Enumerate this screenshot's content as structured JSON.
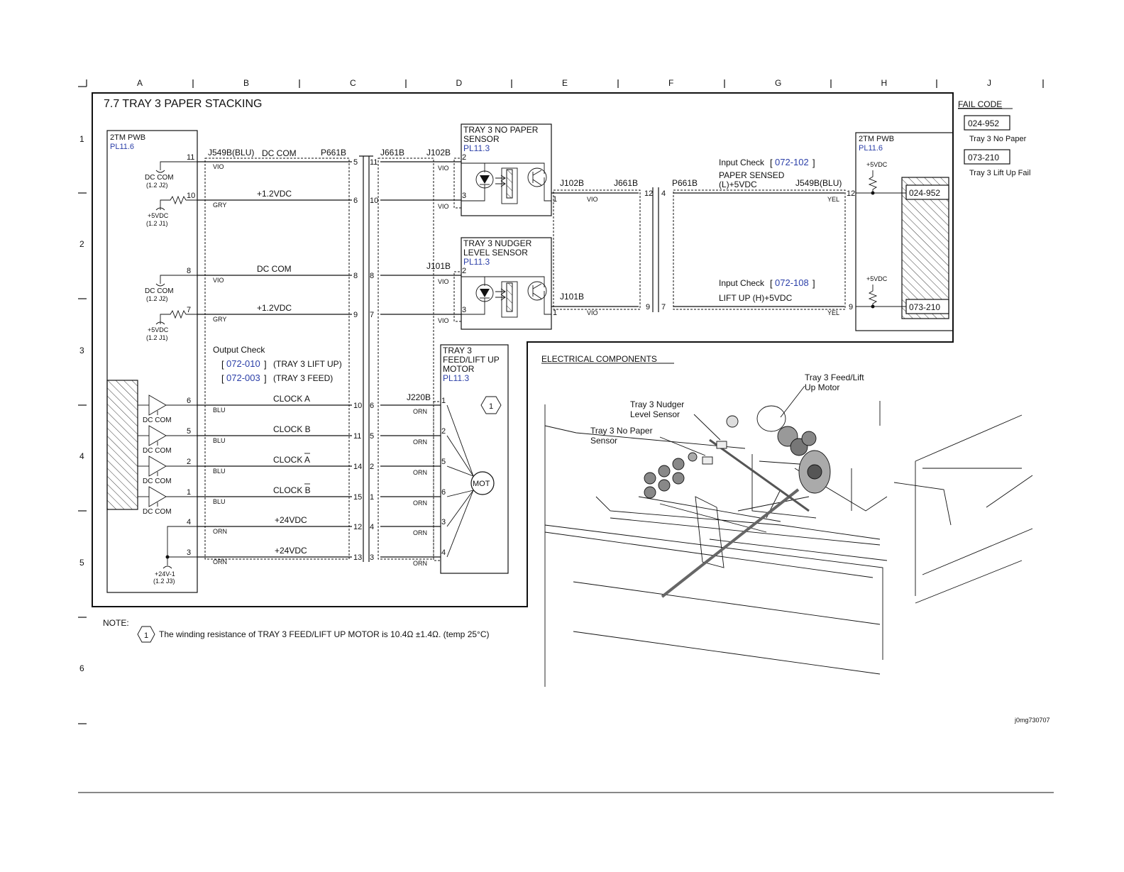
{
  "grid": {
    "cols": [
      "A",
      "B",
      "C",
      "D",
      "E",
      "F",
      "G",
      "H",
      "J"
    ],
    "rows": [
      "1",
      "2",
      "3",
      "4",
      "5",
      "6"
    ]
  },
  "title": "7.7 TRAY 3 PAPER STACKING",
  "fail_code": {
    "heading": "FAIL CODE",
    "codes": [
      {
        "code": "024-952",
        "desc": "Tray 3 No Paper"
      },
      {
        "code": "073-210",
        "desc": "Tray 3 Lift Up Fail"
      }
    ]
  },
  "left_pwb": {
    "name": "2TM PWB",
    "ref": "PL11.6"
  },
  "right_pwb": {
    "name": "2TM PWB",
    "ref": "PL11.6"
  },
  "connectors": {
    "j549b_left": "J549B(BLU)",
    "p661b_left": "P661B",
    "j661b_left": "J661B",
    "j102b_top": "J102B",
    "j101b_top": "J101B",
    "j102b_out": "J102B",
    "j101b_out": "J101B",
    "j661b_right": "J661B",
    "p661b_right": "P661B",
    "j549b_right": "J549B(BLU)",
    "j220b": "J220B"
  },
  "ground_refs": {
    "dc_com": "DC COM",
    "dc_com_ref": "(1.2 J2)",
    "p5vdc": "+5VDC",
    "p5vdc_ref": "(1.2 J1)",
    "p24v": "+24V-1",
    "p24v_ref": "(1.2 J3)"
  },
  "sensor1": {
    "title1": "TRAY 3 NO PAPER",
    "title2": "SENSOR",
    "ref": "PL11.3"
  },
  "sensor2": {
    "title1": "TRAY 3 NUDGER",
    "title2": "LEVEL SENSOR",
    "ref": "PL11.3"
  },
  "motor": {
    "title1": "TRAY 3",
    "title2": "FEED/LIFT UP",
    "title3": "MOTOR",
    "ref": "PL11.3",
    "symbol": "MOT",
    "note_mark": "1"
  },
  "signals": {
    "dc_com": "DC COM",
    "v12": "+1.2VDC",
    "clock_a": "CLOCK A",
    "clock_b": "CLOCK B",
    "clock_a_bar": "CLOCK A",
    "clock_b_bar": "CLOCK B",
    "v24": "+24VDC"
  },
  "wire_colors": {
    "vio": "VIO",
    "gry": "GRY",
    "blu": "BLU",
    "orn": "ORN",
    "yel": "YEL"
  },
  "output_check": {
    "label": "Output Check",
    "items": [
      {
        "code": "072-010",
        "desc": "(TRAY 3 LIFT UP)"
      },
      {
        "code": "072-003",
        "desc": "(TRAY 3 FEED)"
      }
    ]
  },
  "input_check_1": {
    "label": "Input Check",
    "code": "072-102",
    "line1": "PAPER SENSED",
    "line2": "(L)+5VDC"
  },
  "input_check_2": {
    "label": "Input Check",
    "code": "072-108",
    "line1": "LIFT UP (H)+5VDC"
  },
  "electrical": {
    "heading": "ELECTRICAL COMPONENTS",
    "callouts": {
      "motor": [
        "Tray 3 Feed/Lift",
        "Up Motor"
      ],
      "nudger": [
        "Tray 3 Nudger",
        "Level Sensor"
      ],
      "nopaper": [
        "Tray 3 No Paper",
        "Sensor"
      ]
    },
    "image_id": "j0mg730707"
  },
  "note": {
    "label": "NOTE:",
    "mark": "1",
    "text": "The winding resistance of TRAY 3 FEED/LIFT UP MOTOR is 10.4Ω ±1.4Ω. (temp 25°C)"
  },
  "colors": {
    "link": "#2b3fa8",
    "line": "#111111"
  }
}
